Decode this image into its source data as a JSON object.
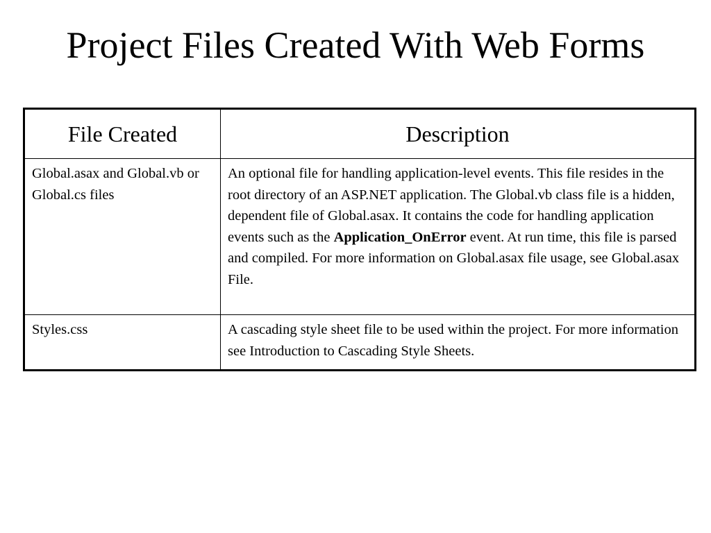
{
  "slide": {
    "title": "Project Files Created With Web Forms"
  },
  "table": {
    "headers": [
      "File Created",
      "Description"
    ],
    "rows": [
      {
        "file": "Global.asax and Global.vb or Global.cs files",
        "desc_before": "An optional file for handling application-level events. This file resides in the root directory of an ASP.NET application. The Global.vb class file is a hidden, dependent file of Global.asax. It contains the code for handling application events such as the ",
        "desc_bold": "Application_OnError",
        "desc_after": " event. At run time, this file is parsed and compiled. For more information on Global.asax file usage, see Global.asax File."
      },
      {
        "file": "Styles.css",
        "desc": "A cascading style sheet file to be used within the project. For more information see Introduction to Cascading Style Sheets."
      }
    ]
  }
}
